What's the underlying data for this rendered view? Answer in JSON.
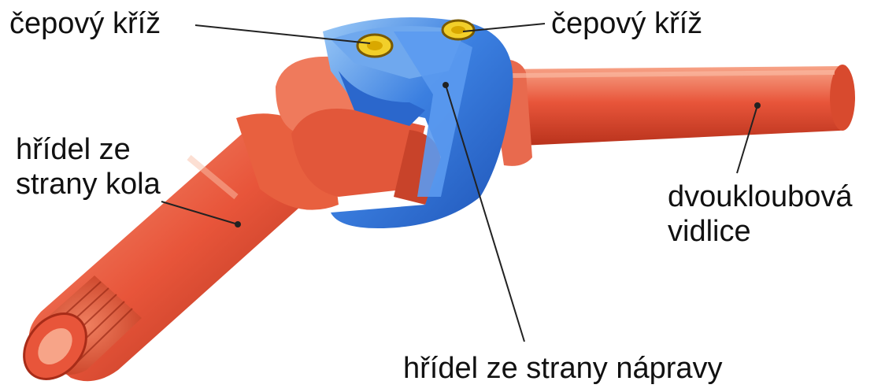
{
  "labels": {
    "cross_left": "čepový kříž",
    "cross_right": "čepový kříž",
    "wheel_shaft_line1": "hřídel ze",
    "wheel_shaft_line2": "strany kola",
    "double_fork_line1": "dvoukloubová",
    "double_fork_line2": "vidlice",
    "axle_shaft": "hřídel ze strany nápravy"
  },
  "colors": {
    "shaft_orange": "#e8553a",
    "shaft_highlight": "#f59a7c",
    "shaft_shadow": "#b8321c",
    "housing_blue": "#3b7fe0",
    "housing_light": "#8cc0f5",
    "housing_dark": "#1f55b8",
    "pin_yellow": "#f2cf2a",
    "leader_line": "#222222",
    "text": "#111111"
  }
}
